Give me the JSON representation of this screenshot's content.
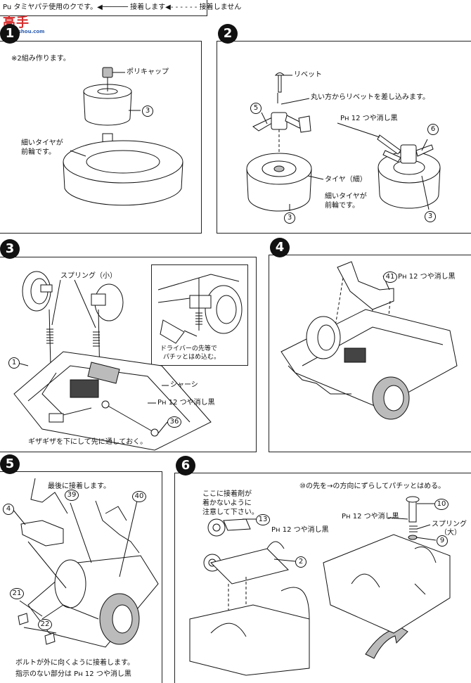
{
  "legend": {
    "text": "Pu タミヤパテ使用のクです。◀────── 接着します◀- - - - - - 接着しません"
  },
  "watermark": {
    "main": "高手",
    "sub": "www.shou.com"
  },
  "steps": {
    "s1": {
      "num": "1",
      "note": "※2組み作ります。",
      "polycap": "ポリキャップ",
      "part3": "3",
      "front_tire": [
        "細いタイヤが",
        "前輪です。"
      ]
    },
    "s2": {
      "num": "2",
      "rivet": "リベット",
      "rivet_note": "丸い方からリベットを差し込みます。",
      "part5": "5",
      "part6": "6",
      "paint": "Pн 12 つや消し黒",
      "tire": "タイヤ（細）",
      "front_tire": [
        "細いタイヤが",
        "前輪です。"
      ],
      "part3a": "3",
      "part3b": "3"
    },
    "s3": {
      "num": "3",
      "spring": "スプリング（小）",
      "driver": [
        "ドライバーの先等で",
        "パチッとはめ込む。"
      ],
      "part1": "1",
      "chassis": "シャーシ",
      "paint": "Pн 12 つや消し黒",
      "part36": "36",
      "serration": "ギザギザを下にして先に通しておく。"
    },
    "s4": {
      "num": "4",
      "part41": "41",
      "paint": "Pн 12 つや消し黒"
    },
    "s5": {
      "num": "5",
      "last": "最後に接着します。",
      "part4": "4",
      "part39": "39",
      "part40": "40",
      "part21": "21",
      "part22": "22",
      "bolt_note": "ボルトが外に向くように接着します。",
      "unspecified": "指示のない部分は Pн 12 つや消し黒"
    },
    "s6": {
      "num": "6",
      "top_note": "⑩の先を→の方向にずらしてパチッとはめる。",
      "glue_note": [
        "ここに接着剤が",
        "着かないように",
        "注意して下さい。"
      ],
      "part13": "13",
      "paint_a": "Pн 12 つや消し黒",
      "part2": "2",
      "part10": "10",
      "paint_b": "Pн 12 つや消し黒",
      "spring_big": [
        "スプリング",
        "（大）"
      ],
      "part9": "9"
    }
  }
}
